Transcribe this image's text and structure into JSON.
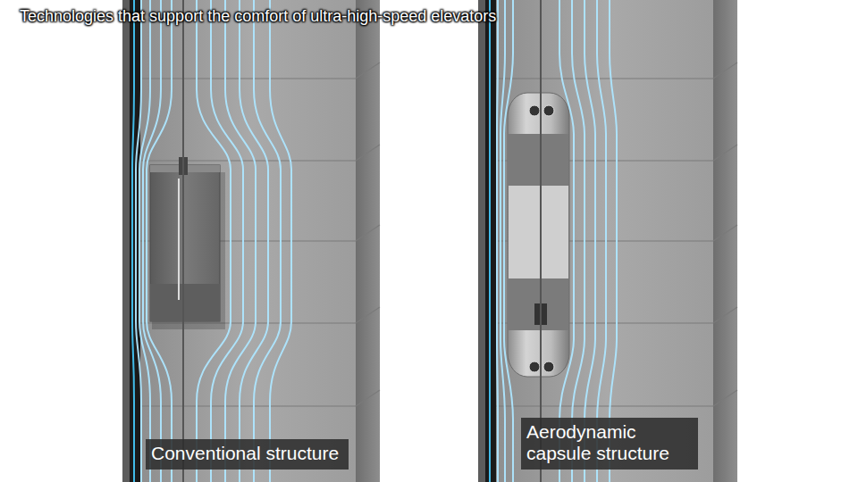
{
  "diagram": {
    "title": "Technologies that support the comfort of ultra-high-speed elevators",
    "nodes": [
      {
        "text": [
          "Conventional structure"
        ]
      },
      {
        "text": [
          "Aerodynamic capsule structure"
        ]
      }
    ]
  }
}
